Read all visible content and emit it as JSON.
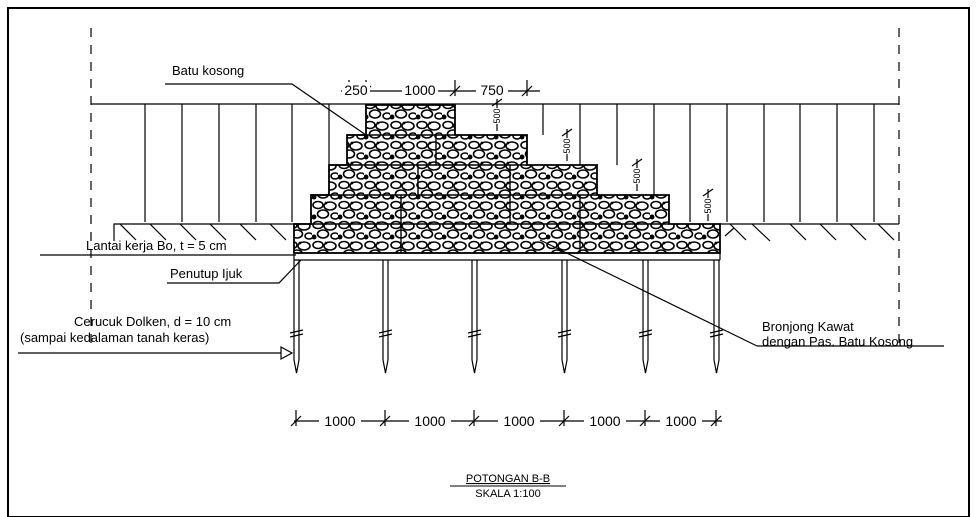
{
  "labels": {
    "batu_kosong": "Batu kosong",
    "lantai_kerja": "Lantai kerja Bo, t = 5 cm",
    "penutup_ijuk": "Penutup Ijuk",
    "cerucuk_line1": "Cerucuk Dolken, d = 10 cm",
    "cerucuk_line2": "(sampai kedalaman tanah keras)",
    "bronjong_line1": "Bronjong Kawat",
    "bronjong_line2": "dengan Pas. Batu Kosong"
  },
  "top_dimensions": [
    "250",
    "1000",
    "750"
  ],
  "step_heights": [
    "500",
    "500",
    "500",
    "500"
  ],
  "pile_spacings": [
    "1000",
    "1000",
    "1000",
    "1000",
    "1000"
  ],
  "section_title": "POTONGAN B-B",
  "scale_text": "SKALA 1:100"
}
